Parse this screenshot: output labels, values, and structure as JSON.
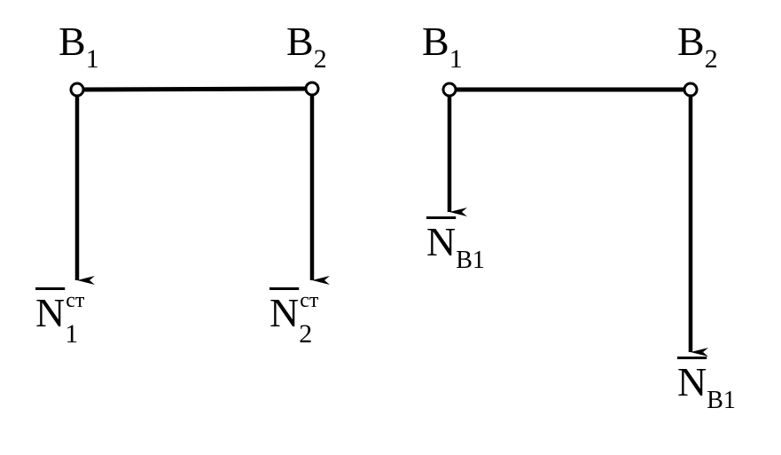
{
  "left": {
    "node1": {
      "letter": "B",
      "index": "1"
    },
    "node2": {
      "letter": "B",
      "index": "2"
    },
    "force1": {
      "letter": "N",
      "index": "1",
      "superscript": "ст"
    },
    "force2": {
      "letter": "N",
      "index": "2",
      "superscript": "ст"
    }
  },
  "right": {
    "node1": {
      "letter": "B",
      "index": "1"
    },
    "node2": {
      "letter": "B",
      "index": "2"
    },
    "force1": {
      "letter": "N",
      "index": "B1"
    },
    "force2": {
      "letter": "N",
      "index": "B1"
    }
  },
  "colors": {
    "stroke": "#000000",
    "node_fill": "#ffffff"
  }
}
